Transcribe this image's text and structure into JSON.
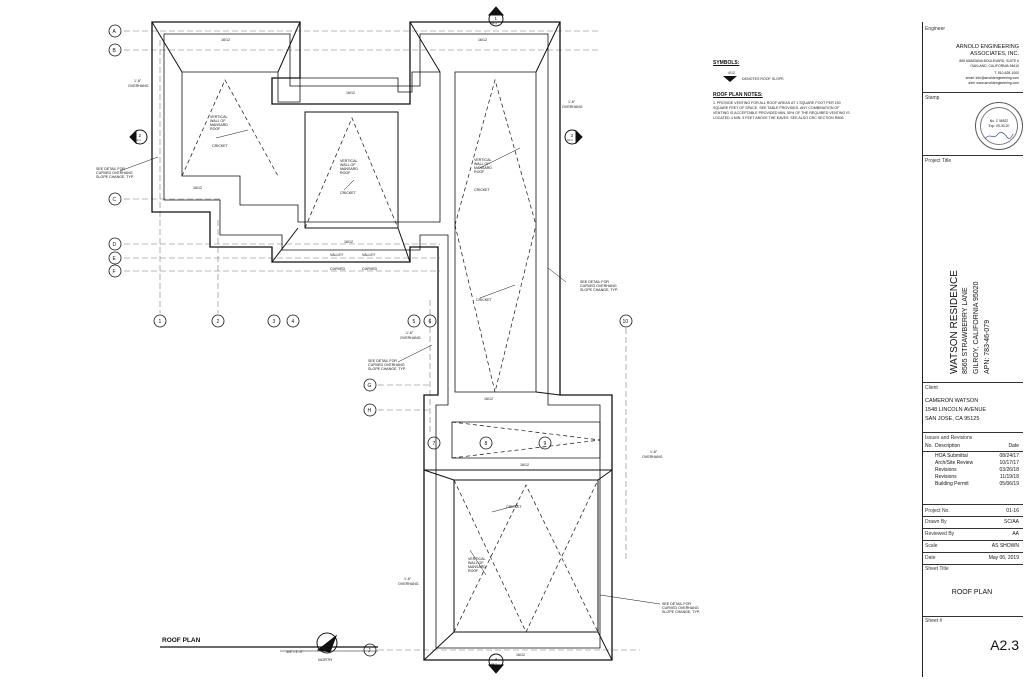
{
  "symbols": {
    "heading": "SYMBOLS:",
    "slope_symbol": "4/12",
    "slope_desc": "DENOTES ROOF SLOPE"
  },
  "notes": {
    "heading": "ROOF PLAN NOTES:",
    "items": [
      "1.  PROVIDE VENTING FOR ALL ROOF AREAS AT 1 SQUARE FOOT PER 150",
      "    SQUARE FEET OF SPACE. SEE TABLE PROVIDED. ANY COMBINATION OF",
      "    VENTING IS ACCEPTABLE PROVIDED MIN. 50% OF THE REQUIRED VENTING IS",
      "    LOCATED 4 MIN. 3 FEET ABOVE THE EAVES. SEE ALSO CRC SECTION R806."
    ]
  },
  "plan": {
    "title": "ROOF PLAN",
    "scale": "1/4\"=1'-0\"",
    "north": "NORTH",
    "grid_rows": [
      "A",
      "B",
      "C",
      "D",
      "E",
      "F",
      "G",
      "H",
      "J"
    ],
    "grid_cols": [
      "1",
      "2",
      "3",
      "4",
      "5",
      "6",
      "7",
      "8",
      "9",
      "10"
    ],
    "section_marks": [
      {
        "num": "1",
        "sheet": "A4.1"
      },
      {
        "num": "2",
        "sheet": "A4.1"
      },
      {
        "num": "3",
        "sheet": "A4.1"
      },
      {
        "num": "4",
        "sheet": "A4.1"
      }
    ],
    "slope": "16/12",
    "overhang": "1'-6\"",
    "overhang_word": "OVERHANG",
    "cricket": "CRICKET",
    "vertical_wall": [
      "VERTICAL",
      "WALL OF",
      "MANSARD",
      "ROOF"
    ],
    "valley": "VALLEY",
    "curved": "CURVED",
    "see_detail": [
      "SEE DETAIL FOR",
      "CURVED OVERHANG",
      "SLOPE CHANGE, TYP."
    ]
  },
  "titleblock": {
    "engineer_label": "Engineer",
    "engineer_name": "ARNOLD ENGINEERING",
    "engineer_name2": "ASSOCIATES, INC.",
    "engineer_addr1": "808 MANDANA BOULEVARD, SUITE 6",
    "engineer_addr2": "OAKLAND, CALIFORNIA 94610",
    "engineer_tel": "T. 510-628-1000",
    "engineer_email": "email: info@arnoldengineering.com",
    "engineer_web": "web: www.arnoldengineering.com",
    "stamp_label": "Stamp",
    "stamp_no": "No. C 56537",
    "stamp_exp": "Exp. 09-30-20",
    "project_title_label": "Project Title",
    "project_title": "WATSON RESIDENCE",
    "project_addr1": "8565 STRAWBERRY LANE",
    "project_addr2": "GILROY, CALIFORNIA 95020",
    "project_apn": "APN: 783-46-079",
    "client_label": "Client",
    "client_name": "CAMERON WATSON",
    "client_addr1": "1548 LINCOLN AVENUE",
    "client_addr2": "SAN JOSE, CA 95125",
    "issues_label": "Issues and Revisions",
    "issues_col_no": "No.",
    "issues_col_desc": "Description",
    "issues_col_date": "Date",
    "issues": [
      {
        "desc": "HOA Submittal",
        "date": "08/24/17"
      },
      {
        "desc": "Arch/Site Review",
        "date": "10/17/17"
      },
      {
        "desc": "Revisions",
        "date": "03/26/18"
      },
      {
        "desc": "Revisions",
        "date": "11/19/18"
      },
      {
        "desc": "Building Permit",
        "date": "05/06/19"
      }
    ],
    "project_no_label": "Project No.",
    "project_no": "01-16",
    "drawn_by_label": "Drawn By",
    "drawn_by": "SC/AA",
    "reviewed_by_label": "Reviewed By",
    "reviewed_by": "AA",
    "scale_label": "Scale",
    "scale": "AS SHOWN",
    "date_label": "Date",
    "date": "May 06, 2019",
    "sheet_title_label": "Sheet Title",
    "sheet_title": "ROOF PLAN",
    "sheet_no_label": "Sheet #",
    "sheet_no": "A2.3"
  }
}
